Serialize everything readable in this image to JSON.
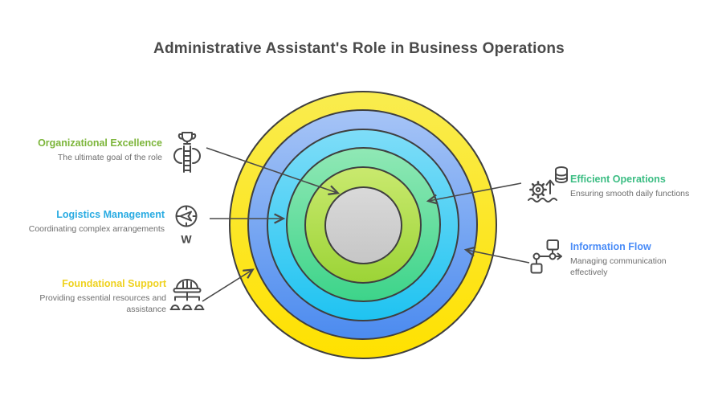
{
  "title": "Administrative Assistant's Role in Business Operations",
  "diagram_type": "concentric-onion",
  "rings": [
    {
      "label": "Foundational Support",
      "color_top": "#F9EC4F",
      "color_bottom": "#FFE100"
    },
    {
      "label": "Information Flow",
      "color_top": "#A6C4F6",
      "color_bottom": "#4C8BEF"
    },
    {
      "label": "Logistics Management",
      "color_top": "#7EDDF8",
      "color_bottom": "#1FC3F1"
    },
    {
      "label": "Efficient Operations",
      "color_top": "#90E8B5",
      "color_bottom": "#3DD48A"
    },
    {
      "label": "Organizational Excellence",
      "color_top": "#C9E96E",
      "color_bottom": "#9CD437"
    },
    {
      "label": "",
      "color_top": "#D9D9D9",
      "color_bottom": "#C6C6C6"
    }
  ],
  "labels": {
    "left": [
      {
        "heading": "Organizational Excellence",
        "color": "#7CB53A",
        "description": "The ultimate goal of the role",
        "icon": "ladder-trophy-icon"
      },
      {
        "heading": "Logistics Management",
        "color": "#29ABE2",
        "description": "Coordinating complex arrangements",
        "icon": "compass-icon",
        "icon_letter": "W"
      },
      {
        "heading": "Foundational Support",
        "color": "#EFD21F",
        "description": "Providing essential resources and assistance",
        "icon": "hardhat-team-icon"
      }
    ],
    "right": [
      {
        "heading": "Efficient Operations",
        "color": "#3BBD83",
        "description": "Ensuring smooth daily functions",
        "icon": "gear-data-icon"
      },
      {
        "heading": "Information Flow",
        "color": "#4A8CF7",
        "description": "Managing communication effectively",
        "icon": "flowchart-icon"
      }
    ]
  },
  "styles": {
    "title_color": "#4A4A4A",
    "description_color": "#6E6E6E",
    "ring_stroke_color": "#3F3F3F",
    "arrow_color": "#4A4A4A",
    "background": "#FFFFFF"
  }
}
